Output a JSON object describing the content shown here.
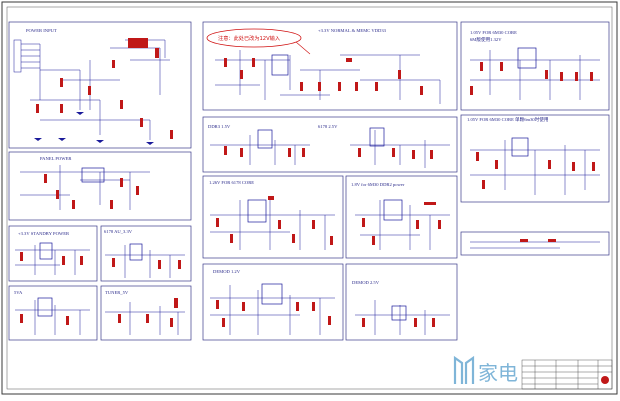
{
  "blocks": {
    "power_input": {
      "title": "POWER INPUT"
    },
    "vddio33": {
      "title": "+3.3V NORMAL & MEMC VDD33",
      "annotation": "注意：此处已改为12V输入"
    },
    "memc_core": {
      "title": "1.05V FOR 6M30 CORE",
      "subtitle": "6M版使用1.32V"
    },
    "panel_power": {
      "title": "PANEL POWER"
    },
    "ddr3": {
      "title": "DDR3 1.5V"
    },
    "v6178_25": {
      "title": "6178 2.5V"
    },
    "core_6m30b": {
      "title": "1.05V FOR 6M30 CORE 单颗6m30时使用"
    },
    "core_6178": {
      "title": "1.26V FOR 6178 CORE"
    },
    "ddr2_6m30": {
      "title": "1.8V for 6M30 DDR2 power"
    },
    "standby": {
      "title": "+3.3V STANDBY POWER"
    },
    "au_6178": {
      "title": "6178 AU_3.3V"
    },
    "demod_12": {
      "title": "DEMOD 1.2V"
    },
    "demod_25": {
      "title": "DEMOD 2.5V"
    },
    "v5va": {
      "title": "5VA"
    },
    "tuner_5v": {
      "title": "TUNER_5V"
    }
  },
  "watermark": {
    "text": "家电"
  },
  "colors": {
    "frame": "#3a3a3a",
    "wire": "#1a1a9a",
    "component": "#c01818",
    "annotation": "#d01010"
  }
}
